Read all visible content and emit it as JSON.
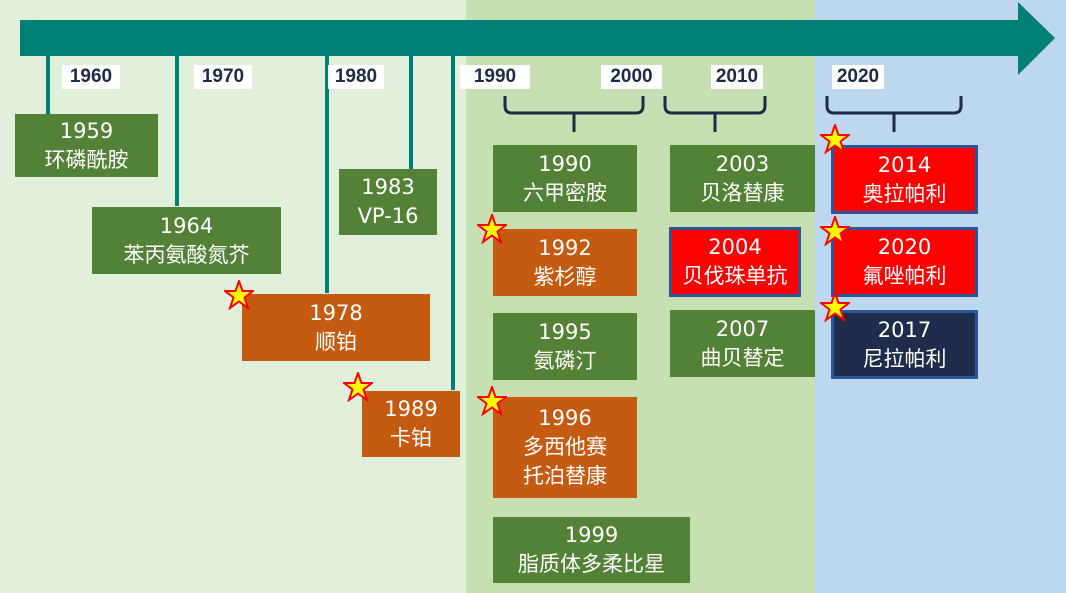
{
  "colors": {
    "green": "#538135",
    "orange": "#c55a11",
    "red": "#ff0000",
    "navy": "#1f2d4b",
    "arrow": "#008075"
  },
  "decades": [
    "1960",
    "1970",
    "1980",
    "1990",
    "2000",
    "2010",
    "2020"
  ],
  "events": [
    {
      "year": "1959",
      "lines": [
        "环磷酰胺"
      ]
    },
    {
      "year": "1964",
      "lines": [
        "苯丙氨酸氮芥"
      ]
    },
    {
      "year": "1983",
      "lines": [
        "VP-16"
      ]
    },
    {
      "year": "1978",
      "lines": [
        "顺铂"
      ]
    },
    {
      "year": "1989",
      "lines": [
        "卡铂"
      ]
    },
    {
      "year": "1990",
      "lines": [
        "六甲密胺"
      ]
    },
    {
      "year": "1992",
      "lines": [
        "紫杉醇"
      ]
    },
    {
      "year": "1995",
      "lines": [
        "氨磷汀"
      ]
    },
    {
      "year": "1996",
      "lines": [
        "多西他赛",
        "托泊替康"
      ]
    },
    {
      "year": "1999",
      "lines": [
        "脂质体多柔比星"
      ]
    },
    {
      "year": "2003",
      "lines": [
        "贝洛替康"
      ]
    },
    {
      "year": "2004",
      "lines": [
        "贝伐珠单抗"
      ]
    },
    {
      "year": "2007",
      "lines": [
        "曲贝替定"
      ]
    },
    {
      "year": "2014",
      "lines": [
        "奥拉帕利"
      ]
    },
    {
      "year": "2020",
      "lines": [
        "氟唑帕利"
      ]
    },
    {
      "year": "2017",
      "lines": [
        "尼拉帕利"
      ]
    }
  ]
}
